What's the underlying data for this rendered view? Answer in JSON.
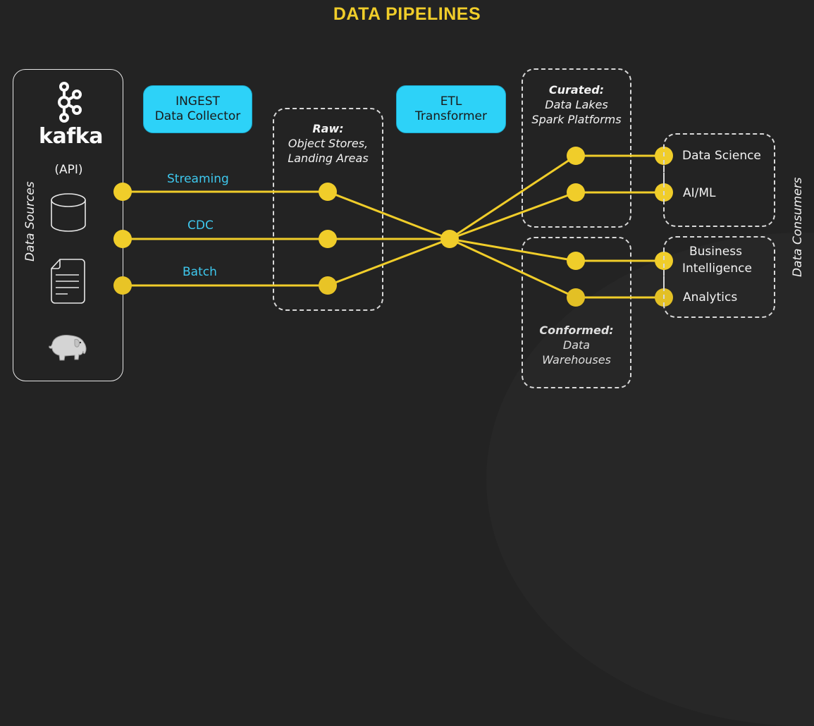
{
  "title": "DATA PIPELINES",
  "sources": {
    "label": "Data Sources",
    "kafka_label": "kafka",
    "api_label": "(API)",
    "icons": [
      "kafka-logo-icon",
      "database-icon",
      "document-icon",
      "hadoop-elephant-icon"
    ]
  },
  "stages": {
    "ingest": {
      "line1": "INGEST",
      "line2": "Data Collector"
    },
    "etl": {
      "line1": "ETL",
      "line2": "Transformer"
    },
    "raw": {
      "heading": "Raw:",
      "line1": "Object Stores,",
      "line2": "Landing Areas"
    },
    "curated": {
      "heading": "Curated:",
      "line1": "Data Lakes",
      "line2": "Spark Platforms"
    },
    "conformed": {
      "heading": "Conformed:",
      "line1": "Data",
      "line2": "Warehouses"
    }
  },
  "flows": [
    "Streaming",
    "CDC",
    "Batch"
  ],
  "consumers": {
    "label": "Data Consumers",
    "items": [
      "Data Science",
      "AI/ML",
      "Business",
      "Intelligence",
      "Analytics"
    ]
  },
  "colors": {
    "background": "#232323",
    "accent_yellow": "#f0cd2a",
    "pill_cyan": "#2dd2f8",
    "flow_label_cyan": "#3ec8ee"
  }
}
